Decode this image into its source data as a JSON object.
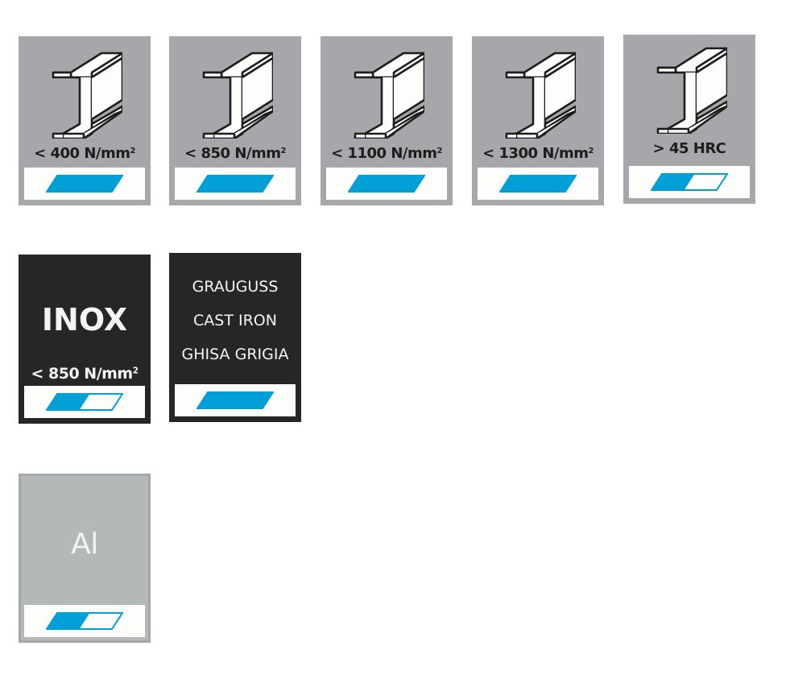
{
  "colors": {
    "tile_gray": "#a6a7ab",
    "tile_dark": "#262626",
    "tile_alu": "#b3b8b8",
    "rating_blue": "#00a0d6",
    "rating_bg": "#fdfdfb"
  },
  "steel_tiles": [
    {
      "icon": "steel-beam-icon",
      "label_prefix": "< 400 N/mm",
      "label_sup": "2",
      "rating": 1.0
    },
    {
      "icon": "steel-beam-icon",
      "label_prefix": "< 850 N/mm",
      "label_sup": "2",
      "rating": 1.0
    },
    {
      "icon": "steel-beam-icon",
      "label_prefix": "< 1100 N/mm",
      "label_sup": "2",
      "rating": 1.0
    },
    {
      "icon": "steel-beam-icon",
      "label_prefix": "< 1300 N/mm",
      "label_sup": "2",
      "rating": 1.0
    },
    {
      "icon": "steel-beam-icon",
      "label_prefix": "> 45 HRC",
      "label_sup": "",
      "rating": 0.5
    }
  ],
  "inox_tile": {
    "title": "INOX",
    "label_prefix": "< 850 N/mm",
    "label_sup": "2",
    "rating": 0.5
  },
  "cast_iron_tile": {
    "lines": [
      "GRAUGUSS",
      "CAST IRON",
      "GHISA GRIGIA"
    ],
    "rating": 1.0
  },
  "aluminium_tile": {
    "title": "Al",
    "rating": 0.5
  }
}
